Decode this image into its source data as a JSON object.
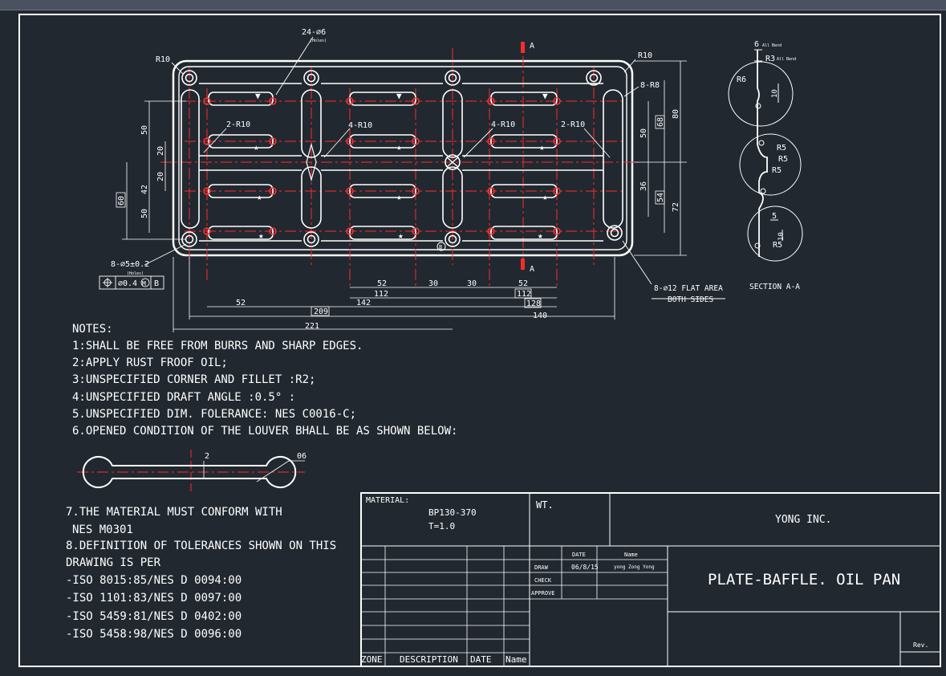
{
  "dims": {
    "d24": "24-∅6",
    "d24sub": "(Holes)",
    "r10_tl": "R10",
    "r10_tr": "R10",
    "r8": "8-R8",
    "r10_2a": "2-R10",
    "r10_4a": "4-R10",
    "r10_4b": "4-R10",
    "r10_2b": "2-R10",
    "cut_a": "A",
    "d50l": "50",
    "d20a": "20",
    "d20b": "20",
    "d42": "42",
    "d60": "60",
    "d50l2": "50",
    "d50r": "50",
    "d68": "68",
    "d80": "80",
    "d36": "36",
    "d54": "54",
    "d72": "72",
    "hole8": "8-∅5±0.2",
    "hole8sub": "(Holes)",
    "fcf_tol": "∅0.4",
    "fcf_m": "M",
    "fcf_datum": "B",
    "h52a": "52",
    "h30a": "30",
    "h30b": "30",
    "h52b": "52",
    "h112a": "112",
    "h112b": "112",
    "h52c": "52",
    "h142": "142",
    "h128": "128",
    "h209": "209",
    "h140": "140",
    "h221": "221",
    "flat1": "8-∅12 FLAT AREA",
    "flat2": "BOTH SIDES",
    "sec6": "6",
    "sec6sub": "All Bend",
    "secR3": "R3",
    "secR3sub": "All Bend",
    "secR6": "R6",
    "sec10a": "10",
    "secR5a": "R5",
    "secR5b": "R5",
    "secR5c": "R5",
    "sec5": "5",
    "secR5d": "R5",
    "sec10b": "10",
    "sectionLabel": "SECTION A-A"
  },
  "notes": {
    "title": "NOTES:",
    "n1": "1:SHALL BE FREE FROM BURRS AND SHARP EDGES.",
    "n2": "2:APPLY RUST FROOF OIL;",
    "n3": "3:UNSPECIFIED CORNER AND FILLET :R2;",
    "n4": "4:UNSPECIFIED DRAFT ANGLE :0.5° :",
    "n5": "5.UNSPECIFIED DIM. FOLERANCE: NES C0016-C;",
    "n6": "6.OPENED CONDITION OF THE LOUVER BHALL BE AS SHOWN BELOW:",
    "louver2": "2",
    "louver06": "06",
    "n7a": "7.THE MATERIAL MUST CONFORM WITH",
    "n7b": "NES M0301",
    "n8a": "8.DEFINITION OF TOLERANCES SHOWN ON THIS",
    "n8b": "DRAWING IS PER",
    "iso1": "-ISO 8015:85/NES D 0094:00",
    "iso2": "-ISO 1101:83/NES D 0097:00",
    "iso3": "-ISO 5459:81/NES D 0402:00",
    "iso4": "-ISO 5458:98/NES D 0096:00"
  },
  "titleblock": {
    "material_label": "MATERIAL:",
    "material": "BP130-370",
    "thickness": "T=1.0",
    "wt": "WT.",
    "company": "YONG INC.",
    "date_h": "DATE",
    "name_h": "Name",
    "draw": "DRAW",
    "draw_date": "06/8/15",
    "draw_name": "yong Zong Yong",
    "check": "CHECK",
    "approve": "APPROVE",
    "title": "PLATE-BAFFLE. OIL PAN",
    "rev": "Rev.",
    "zone": "ZONE",
    "description": "DESCRIPTION",
    "date": "DATE",
    "name": "Name"
  }
}
